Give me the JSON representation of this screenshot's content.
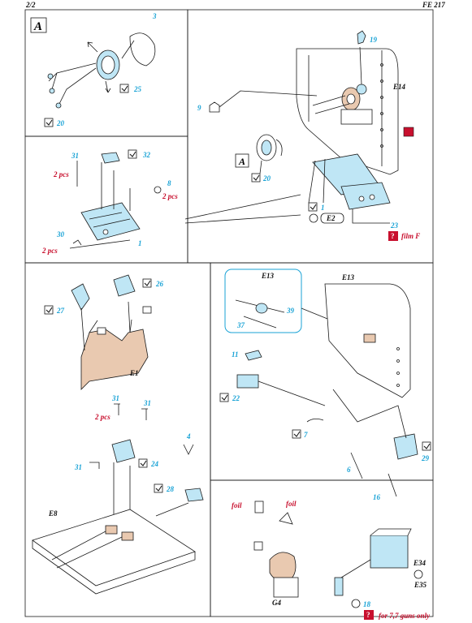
{
  "header": {
    "page": "2/2",
    "code": "FE 217"
  },
  "section_a": {
    "letter": "A",
    "parts": [
      "3",
      "25",
      "20"
    ]
  },
  "section_top_right": {
    "label_e14": "E14",
    "parts": [
      "19",
      "9",
      "20",
      "1",
      "23"
    ],
    "ref_a": "A",
    "ref_e2": "E2",
    "film_note": "film F",
    "film_icon": "?"
  },
  "section_seat": {
    "parts": [
      "31",
      "32",
      "8",
      "30",
      "1"
    ],
    "qty_1": "2 pcs",
    "qty_2": "2 pcs",
    "qty_3": "2 pcs"
  },
  "section_bottom_left": {
    "parts": [
      "27",
      "26",
      "31",
      "31",
      "31",
      "24",
      "4",
      "28"
    ],
    "label_e1": "E1",
    "label_e8": "E8",
    "qty": "2 pcs"
  },
  "section_right_mid": {
    "label_e13_inset": "E13",
    "label_e13": "E13",
    "parts": [
      "39",
      "37",
      "11",
      "22",
      "7",
      "29",
      "6",
      "16"
    ]
  },
  "section_bottom_right": {
    "foil_1": "foil",
    "foil_2": "foil",
    "label_g4": "G4",
    "label_e34": "E34",
    "label_e35": "E35",
    "part_18": "18",
    "note": "for 7,7 guns only",
    "note_icon": "?"
  },
  "colors": {
    "brass_blue": "#1aa3d6",
    "red": "#c8102e",
    "wood": "#e9c9b0",
    "light_blue": "#bfe6f5"
  }
}
